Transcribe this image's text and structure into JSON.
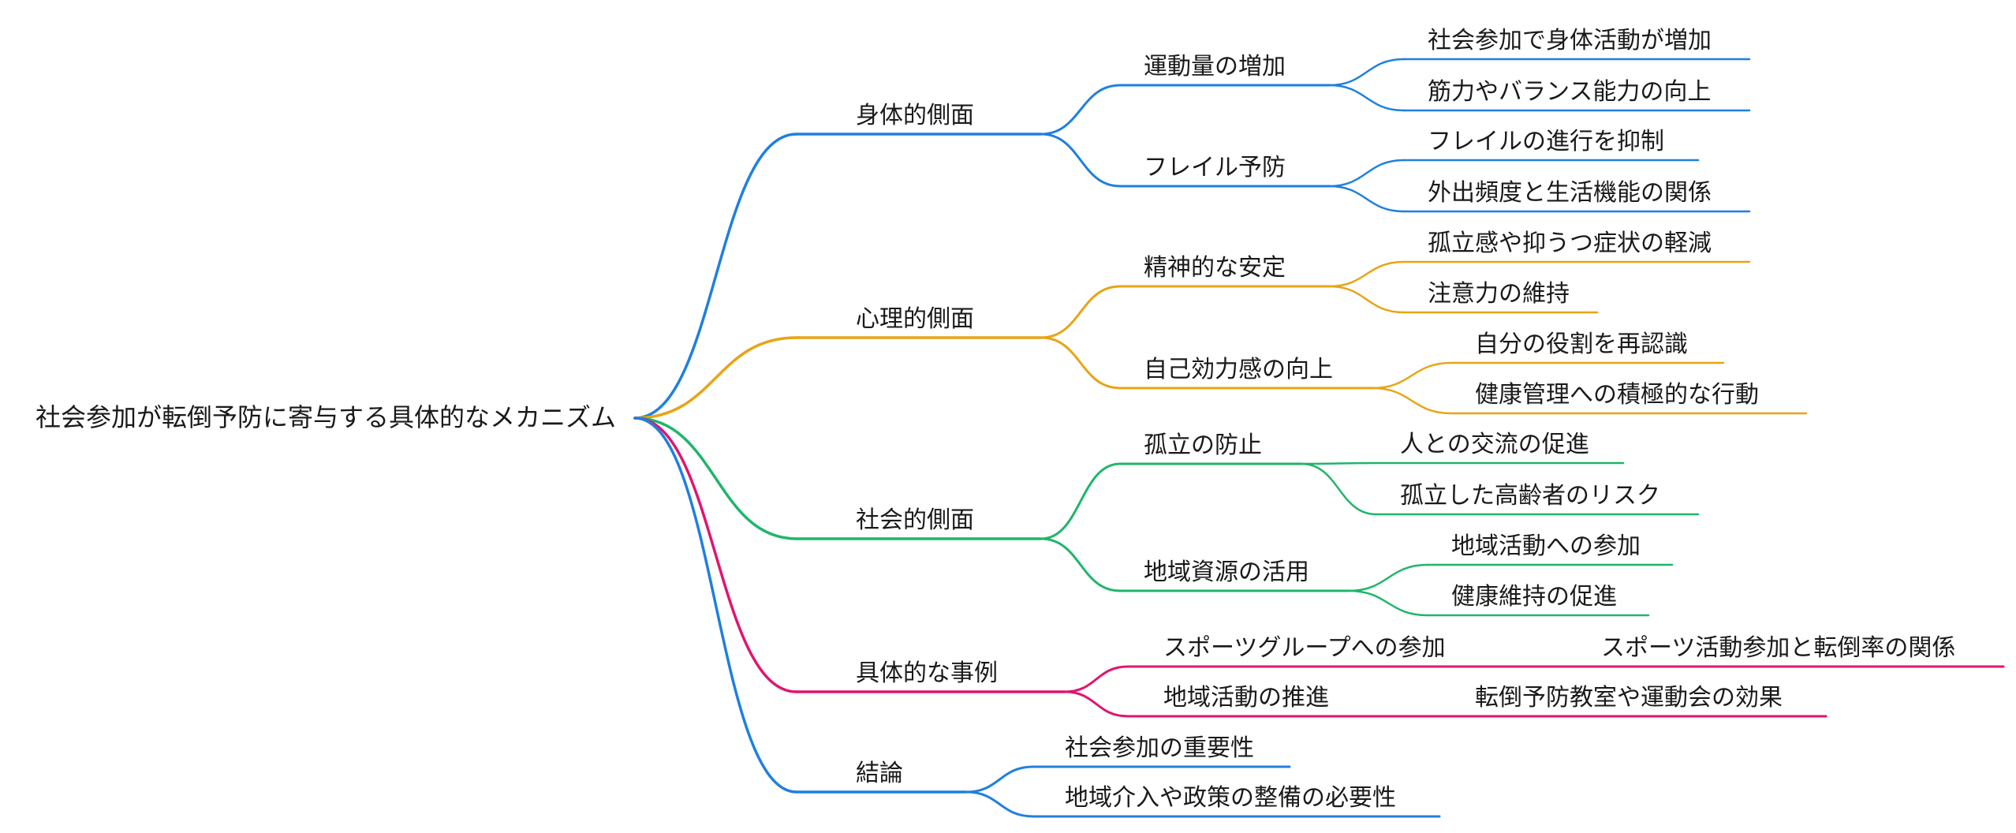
{
  "root": {
    "label": "社会参加が転倒予防に寄与する具体的なメカニズム"
  },
  "colors": {
    "physical": "#1f7fe0",
    "psychological": "#e8a413",
    "social": "#1eb66a",
    "cases": "#e0156e",
    "conclusion": "#1f7fe0"
  },
  "branches": [
    {
      "key": "physical",
      "label": "身体的側面",
      "children": [
        {
          "label": "運動量の増加",
          "children": [
            {
              "label": "社会参加で身体活動が増加"
            },
            {
              "label": "筋力やバランス能力の向上"
            }
          ]
        },
        {
          "label": "フレイル予防",
          "children": [
            {
              "label": "フレイルの進行を抑制"
            },
            {
              "label": "外出頻度と生活機能の関係"
            }
          ]
        }
      ]
    },
    {
      "key": "psychological",
      "label": "心理的側面",
      "children": [
        {
          "label": "精神的な安定",
          "children": [
            {
              "label": "孤立感や抑うつ症状の軽減"
            },
            {
              "label": "注意力の維持"
            }
          ]
        },
        {
          "label": "自己効力感の向上",
          "children": [
            {
              "label": "自分の役割を再認識"
            },
            {
              "label": "健康管理への積極的な行動"
            }
          ]
        }
      ]
    },
    {
      "key": "social",
      "label": "社会的側面",
      "children": [
        {
          "label": "孤立の防止",
          "children": [
            {
              "label": "人との交流の促進"
            },
            {
              "label": "孤立した高齢者のリスク"
            }
          ]
        },
        {
          "label": "地域資源の活用",
          "children": [
            {
              "label": "地域活動への参加"
            },
            {
              "label": "健康維持の促進"
            }
          ]
        }
      ]
    },
    {
      "key": "cases",
      "label": "具体的な事例",
      "children": [
        {
          "label": "スポーツグループへの参加",
          "children": [
            {
              "label": "スポーツ活動参加と転倒率の関係"
            }
          ]
        },
        {
          "label": "地域活動の推進",
          "children": [
            {
              "label": "転倒予防教室や運動会の効果"
            }
          ]
        }
      ]
    },
    {
      "key": "conclusion",
      "label": "結論",
      "children": [
        {
          "label": "社会参加の重要性"
        },
        {
          "label": "地域介入や政策の整備の必要性"
        }
      ]
    }
  ]
}
